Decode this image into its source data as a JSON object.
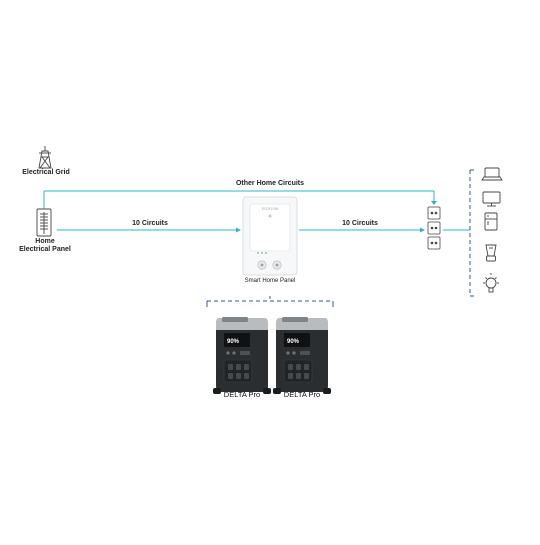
{
  "labels": {
    "grid": "Electrical Grid",
    "panel_line1": "Home",
    "panel_line2": "Electrical Panel",
    "other_circuits": "Other Home Circuits",
    "circuits_left": "10 Circuits",
    "circuits_right": "10 Circuits",
    "smart_panel": "Smart Home Panel",
    "unit_left": "DELTA Pro",
    "unit_right": "DELTA Pro",
    "brand_mark": "ECOFLOW",
    "screen_left": "90%",
    "screen_right": "90%"
  },
  "colors": {
    "line": "#2fb4cf",
    "dash": "#2a5d9a",
    "icon": "#444444",
    "unit_body": "#2b2e31",
    "unit_top": "#b8bcbf"
  },
  "devices": [
    {
      "name": "laptop-icon"
    },
    {
      "name": "monitor-icon"
    },
    {
      "name": "refrigerator-icon"
    },
    {
      "name": "blender-icon"
    },
    {
      "name": "light-bulb-icon"
    }
  ]
}
